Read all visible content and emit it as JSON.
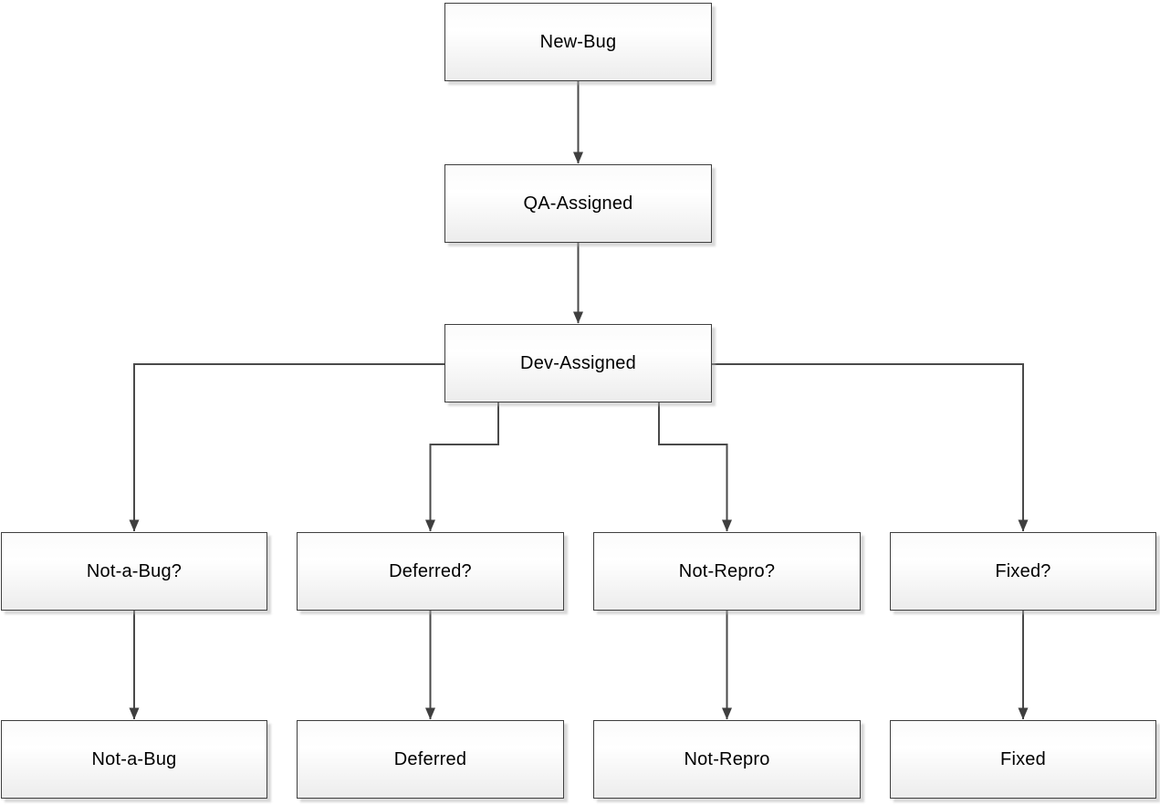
{
  "diagram": {
    "type": "flowchart",
    "nodes": {
      "new_bug": {
        "label": "New-Bug"
      },
      "qa_assigned": {
        "label": "QA-Assigned"
      },
      "dev_assigned": {
        "label": "Dev-Assigned"
      },
      "not_a_bug_q": {
        "label": "Not-a-Bug?"
      },
      "deferred_q": {
        "label": "Deferred?"
      },
      "not_repro_q": {
        "label": "Not-Repro?"
      },
      "fixed_q": {
        "label": "Fixed?"
      },
      "not_a_bug": {
        "label": "Not-a-Bug"
      },
      "deferred": {
        "label": "Deferred"
      },
      "not_repro": {
        "label": "Not-Repro"
      },
      "fixed": {
        "label": "Fixed"
      }
    },
    "edges": [
      {
        "from": "New-Bug",
        "to": "QA-Assigned"
      },
      {
        "from": "QA-Assigned",
        "to": "Dev-Assigned"
      },
      {
        "from": "Dev-Assigned",
        "to": "Not-a-Bug?"
      },
      {
        "from": "Dev-Assigned",
        "to": "Deferred?"
      },
      {
        "from": "Dev-Assigned",
        "to": "Not-Repro?"
      },
      {
        "from": "Dev-Assigned",
        "to": "Fixed?"
      },
      {
        "from": "Not-a-Bug?",
        "to": "Not-a-Bug"
      },
      {
        "from": "Deferred?",
        "to": "Deferred"
      },
      {
        "from": "Not-Repro?",
        "to": "Not-Repro"
      },
      {
        "from": "Fixed?",
        "to": "Fixed"
      }
    ],
    "colors": {
      "node_border": "#3f3f3f",
      "node_fill_top": "#ffffff",
      "node_fill_bottom": "#ececec",
      "connector": "#4a4a4a",
      "arrowhead": "#3f3f3f",
      "shadow": "#aaaaaa",
      "background": "#ffffff",
      "text": "#000000"
    }
  }
}
